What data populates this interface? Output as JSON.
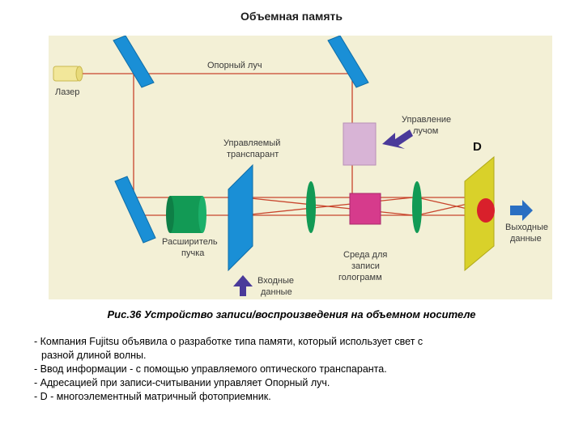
{
  "title": "Объемная память",
  "diagram": {
    "labels": {
      "laser": "Лазер",
      "reference_beam": "Опорный луч",
      "beam_control_1": "Управление",
      "beam_control_2": "лучом",
      "controlled_1": "Управляемый",
      "controlled_2": "транспарант",
      "detector": "D",
      "expander_1": "Расширитель",
      "expander_2": "пучка",
      "input_1": "Входные",
      "input_2": "данные",
      "medium_1": "Среда для",
      "medium_2": "записи",
      "medium_3": "голограмм",
      "output_1": "Выходные",
      "output_2": "данные"
    },
    "colors": {
      "background": "#f3f0d6",
      "beam": "#c8452c",
      "mirror": "#1a8fd6",
      "lens": "#129a55",
      "detector_plate": "#d9d12a",
      "detector_spot": "#d9202b",
      "modulator_top": "#d8b4d6",
      "medium_cube": "#d63b8c",
      "arrow": "#4a3a9a",
      "output_arrow": "#2a6fc2"
    }
  },
  "caption": "Рис.36 Устройство записи/воспроизведения на объемном носителе",
  "notes": {
    "line1": "- Компания Fujitsu объявила о разработке типа памяти, который использует свет с",
    "line1b": "разной длиной волны.",
    "line2": "- Ввод информации - с помощью управляемого оптического транспаранта.",
    "line3": "- Адресацией при записи-считывании управляет Опорный луч.",
    "line4": "- D - многоэлементный матричный фотоприемник."
  }
}
